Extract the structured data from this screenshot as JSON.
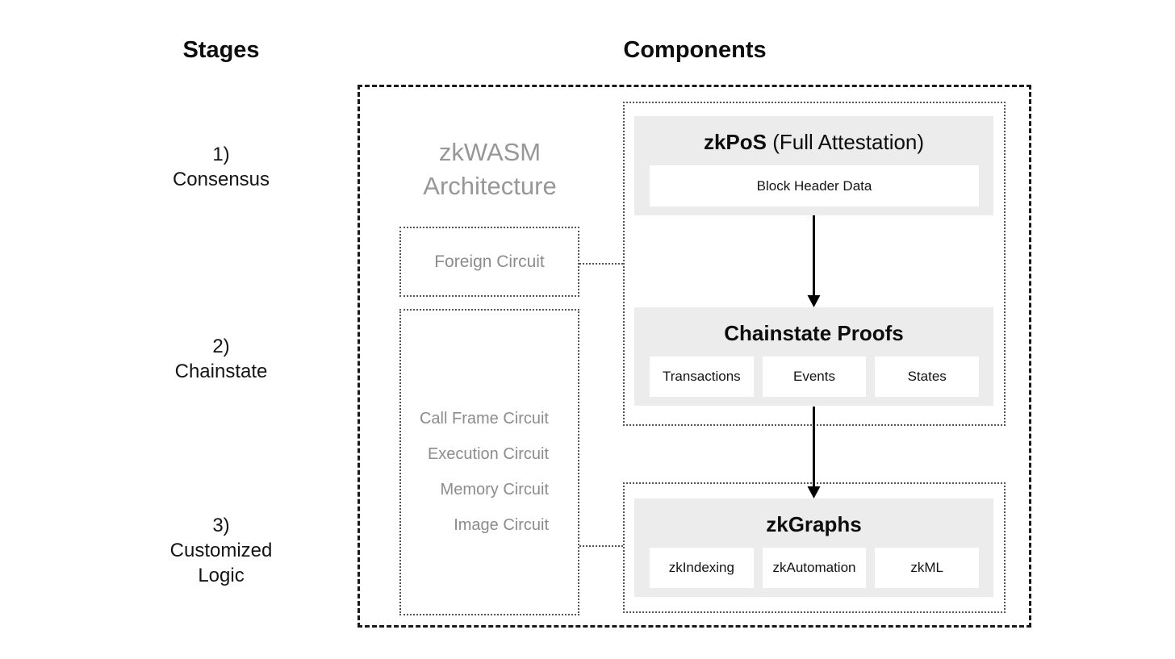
{
  "headers": {
    "stages": "Stages",
    "components": "Components"
  },
  "stages": [
    {
      "number": "1)",
      "label": "Consensus"
    },
    {
      "number": "2)",
      "label": "Chainstate"
    },
    {
      "number": "3)",
      "label": "Customized Logic"
    }
  ],
  "architecture": {
    "title_line1": "zkWASM",
    "title_line2": "Architecture",
    "foreign_circuit": "Foreign Circuit",
    "circuits": [
      "Call Frame Circuit",
      "Execution Circuit",
      "Memory Circuit",
      "Image Circuit"
    ]
  },
  "zkpos": {
    "title_bold": "zkPoS",
    "title_rest": " (Full Attestation)",
    "block_header": "Block Header Data"
  },
  "chainstate": {
    "title": "Chainstate Proofs",
    "items": [
      "Transactions",
      "Events",
      "States"
    ]
  },
  "zkgraphs": {
    "title": "zkGraphs",
    "items": [
      "zkIndexing",
      "zkAutomation",
      "zkML"
    ]
  },
  "colors": {
    "panel_fill": "#ececec",
    "gray_text": "#8c8c8c",
    "dotted_border": "#555555",
    "dashed_border": "#1a1a1a",
    "arrow": "#000000",
    "white_box": "#ffffff"
  }
}
